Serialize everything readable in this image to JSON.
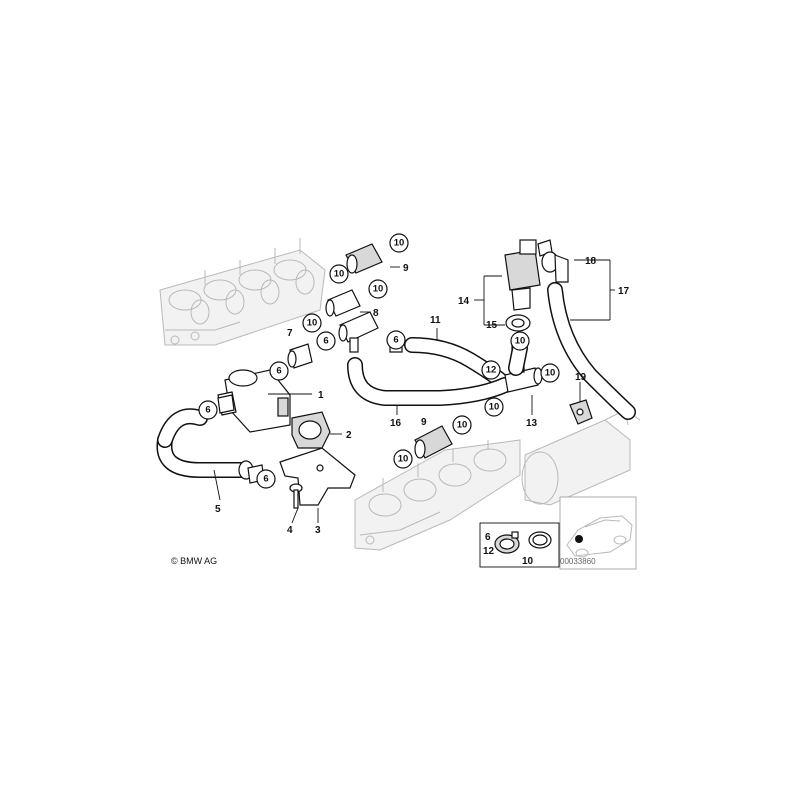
{
  "copyright": "© BMW AG",
  "drawing_number": "00033860",
  "labels": {
    "l1": "1",
    "l2": "2",
    "l3": "3",
    "l4": "4",
    "l5": "5",
    "l7": "7",
    "l8": "8",
    "l9a": "9",
    "l9b": "9",
    "l11": "11",
    "l13": "13",
    "l14": "14",
    "l15": "15",
    "l16": "16",
    "l17": "17",
    "l18": "18",
    "l19": "19",
    "legend6": "6",
    "legend12": "12",
    "legend10": "10"
  },
  "circled": {
    "c10a": "10",
    "c10b": "10",
    "c10c": "10",
    "c10d": "10",
    "c10e": "10",
    "c10f": "10",
    "c10g": "10",
    "c10h": "10",
    "c10i": "10",
    "c6a": "6",
    "c6b": "6",
    "c6c": "6",
    "c6d": "6",
    "c6e": "6",
    "c12": "12"
  }
}
